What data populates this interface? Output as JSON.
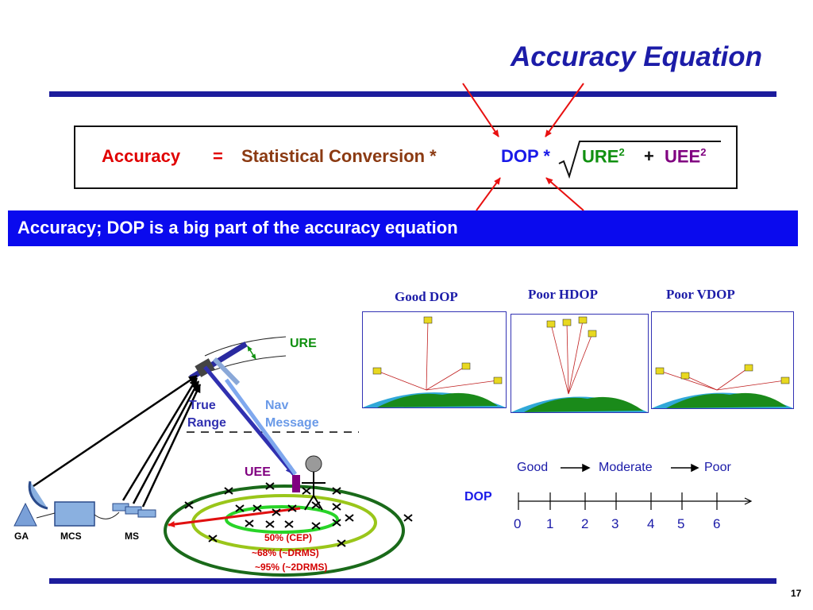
{
  "slide": {
    "title": "Accuracy Equation",
    "page_number": "17"
  },
  "equation": {
    "accuracy": "Accuracy",
    "equals": "=",
    "conversion": "Statistical Conversion *",
    "dop": "DOP *",
    "ure": "URE",
    "ure_exp": "2",
    "plus": "+",
    "uee": "UEE",
    "uee_exp": "2"
  },
  "banner": {
    "text": "Accuracy; DOP is a big part of the accuracy equation"
  },
  "diagram": {
    "ure_label": "URE",
    "true_range_1": "True",
    "true_range_2": "Range",
    "nav_message_1": "Nav",
    "nav_message_2": "Message",
    "uee_label": "UEE",
    "ga": "GA",
    "mcs": "MCS",
    "ms": "MS",
    "cep": "50% (CEP)",
    "drms": "~68% (~DRMS)",
    "twodrms": "~95% (~2DRMS)"
  },
  "dop_panels": [
    {
      "label": "Good DOP"
    },
    {
      "label": "Poor HDOP"
    },
    {
      "label": "Poor VDOP"
    }
  ],
  "dop_scale": {
    "label": "DOP",
    "good": "Good",
    "moderate": "Moderate",
    "poor": "Poor",
    "ticks": [
      "0",
      "1",
      "2",
      "3",
      "4",
      "5",
      "6"
    ]
  },
  "colors": {
    "title": "#1c1ca8",
    "accuracy": "#e00000",
    "conversion": "#8b3a12",
    "dop": "#1a1ae8",
    "ure": "#109010",
    "uee": "#800080",
    "banner": "#0a0aee",
    "arrows": "#e81010"
  }
}
